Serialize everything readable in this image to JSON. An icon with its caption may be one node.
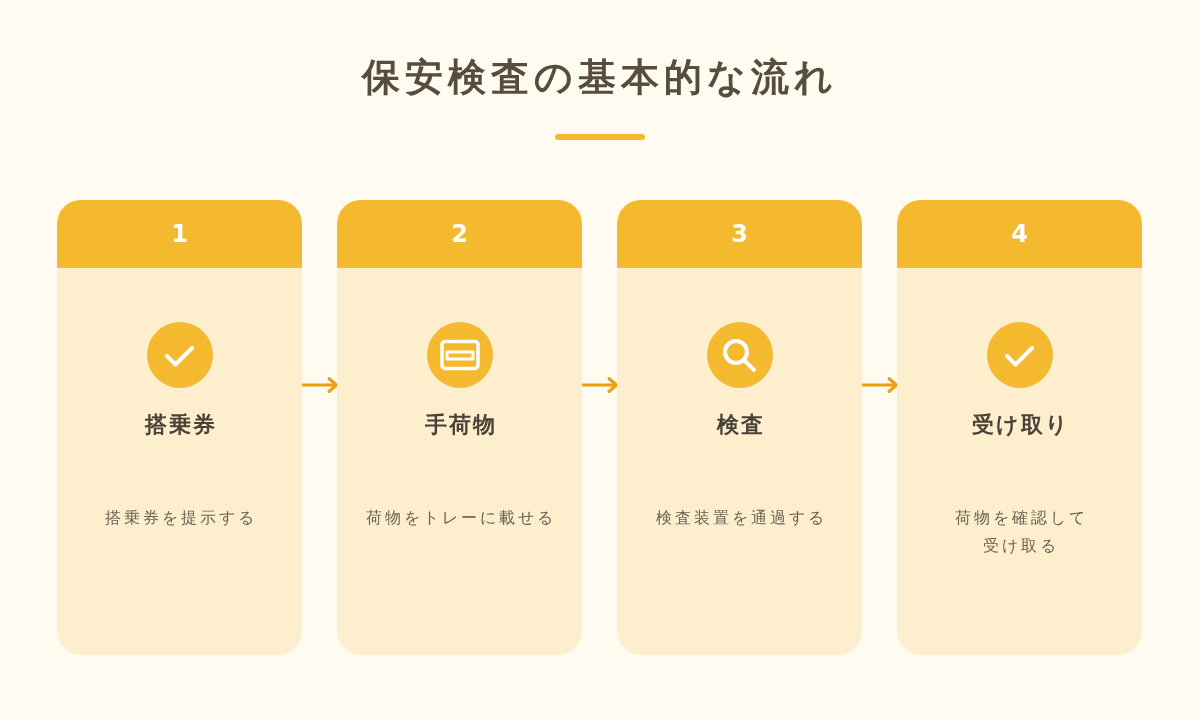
{
  "diagram": {
    "title": "保安検査の基本的な流れ",
    "nodes": [
      {
        "text": [
          "1",
          "搭乗券",
          "搭乗券を提示する"
        ]
      },
      {
        "text": [
          "2",
          "手荷物",
          "荷物をトレーに載せる"
        ]
      },
      {
        "text": [
          "3",
          "検査",
          "検査装置を通過する"
        ]
      },
      {
        "text": [
          "4",
          "受け取り",
          "荷物を確認して受け取る"
        ]
      }
    ],
    "edges": [
      {
        "from": 0,
        "to": 1,
        "arrow": "to"
      },
      {
        "from": 1,
        "to": 2,
        "arrow": "to"
      },
      {
        "from": 2,
        "to": 3,
        "arrow": "to"
      }
    ]
  }
}
